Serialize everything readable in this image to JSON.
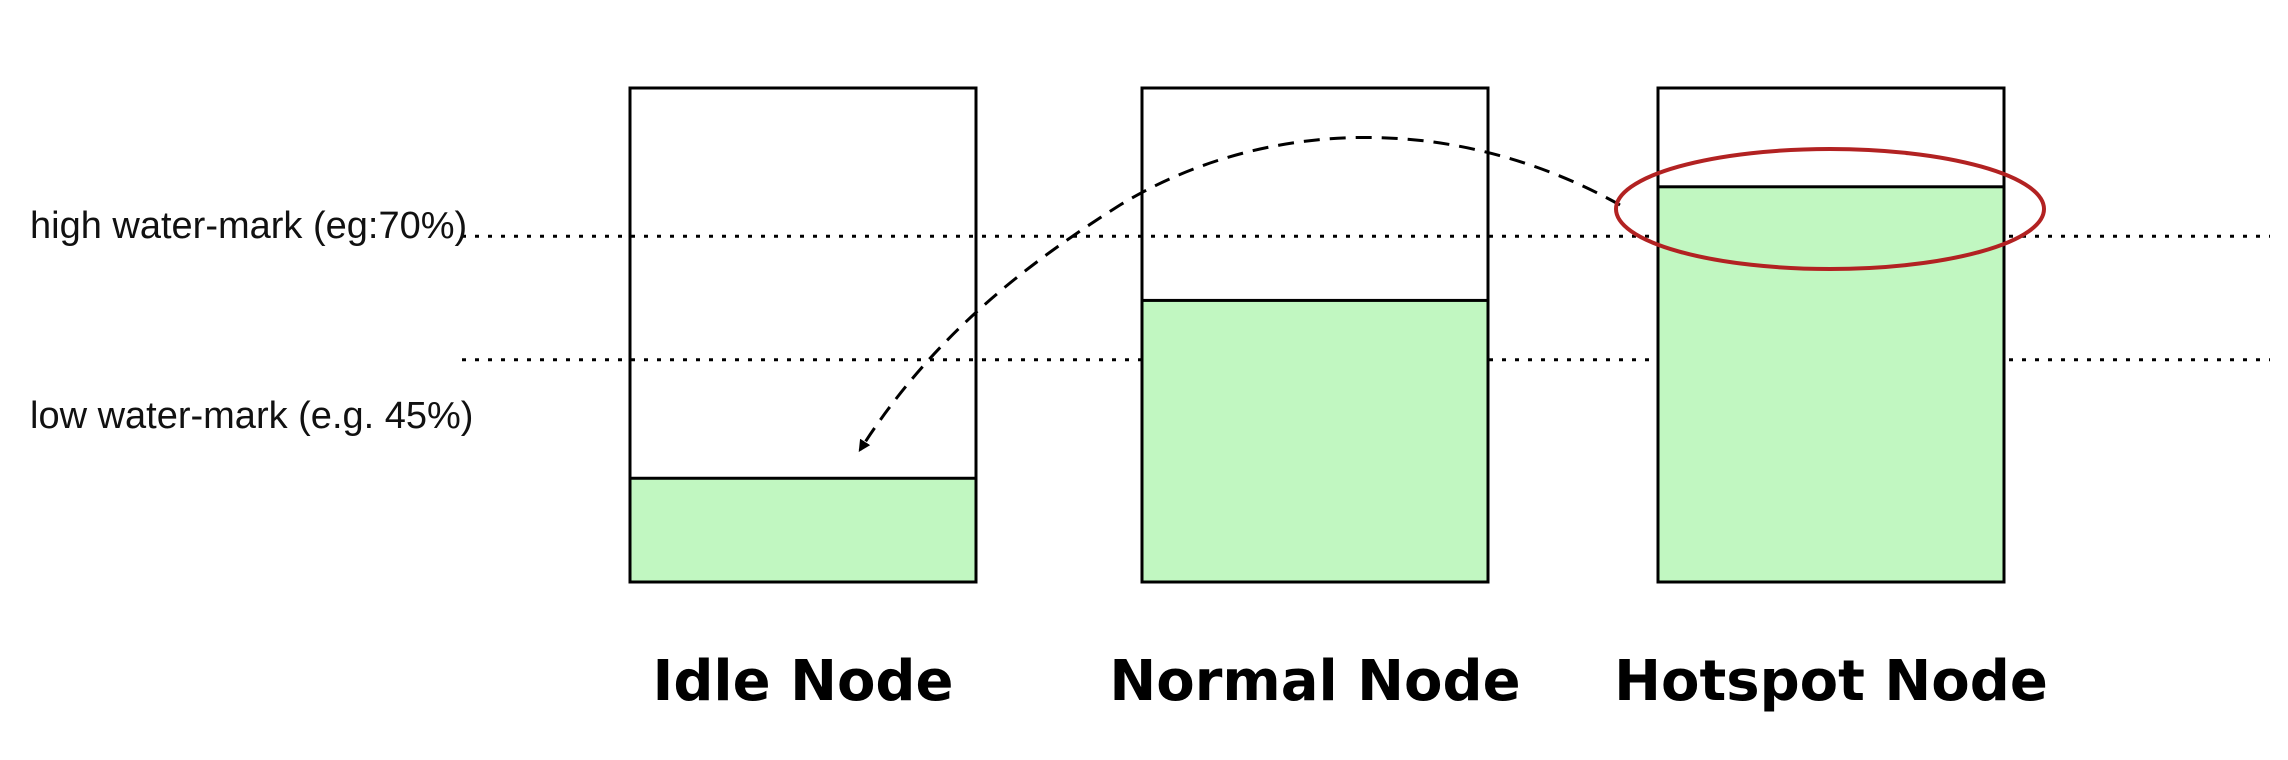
{
  "colors": {
    "fill": "#c1f7c1",
    "outline": "#000000",
    "highlight": "#b22222"
  },
  "thresholds": {
    "high": {
      "label": "high water-mark (eg:70%)",
      "level": 0.7
    },
    "low": {
      "label": "low water-mark (e.g. 45%)",
      "level": 0.45
    }
  },
  "nodes": [
    {
      "id": "idle",
      "label": "Idle Node",
      "fill_level": 0.21
    },
    {
      "id": "normal",
      "label": "Normal Node",
      "fill_level": 0.57
    },
    {
      "id": "hotspot",
      "label": "Hotspot Node",
      "fill_level": 0.8
    }
  ],
  "migration": {
    "from": "hotspot",
    "to": "idle",
    "style": "dashed-arrow"
  },
  "highlight": {
    "node": "hotspot",
    "shape": "ellipse"
  }
}
